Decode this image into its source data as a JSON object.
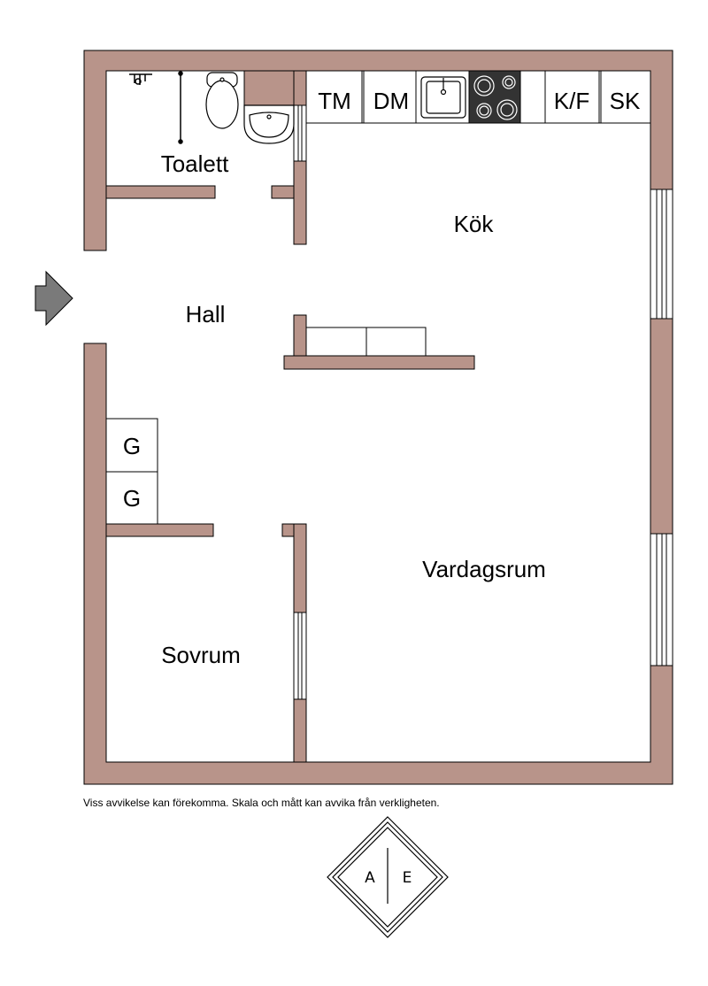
{
  "rooms": {
    "toalett": "Toalett",
    "kok": "Kök",
    "hall": "Hall",
    "vardagsrum": "Vardagsrum",
    "sovrum": "Sovrum"
  },
  "appliances": {
    "tm": "TM",
    "dm": "DM",
    "kf": "K/F",
    "sk": "SK",
    "wardrobe_1": "G",
    "wardrobe_2": "G"
  },
  "disclaimer": "Viss avvikelse kan förekomma. Skala och mått kan avvika från verkligheten.",
  "logo": {
    "left": "A",
    "right": "E"
  },
  "colors": {
    "wall": "#b8948a",
    "outline": "#000000",
    "stove": "#333333"
  },
  "icons": [
    "entrance-arrow-icon",
    "shower-icon",
    "toilet-icon",
    "washbasin-icon",
    "sink-icon",
    "stove-icon"
  ]
}
